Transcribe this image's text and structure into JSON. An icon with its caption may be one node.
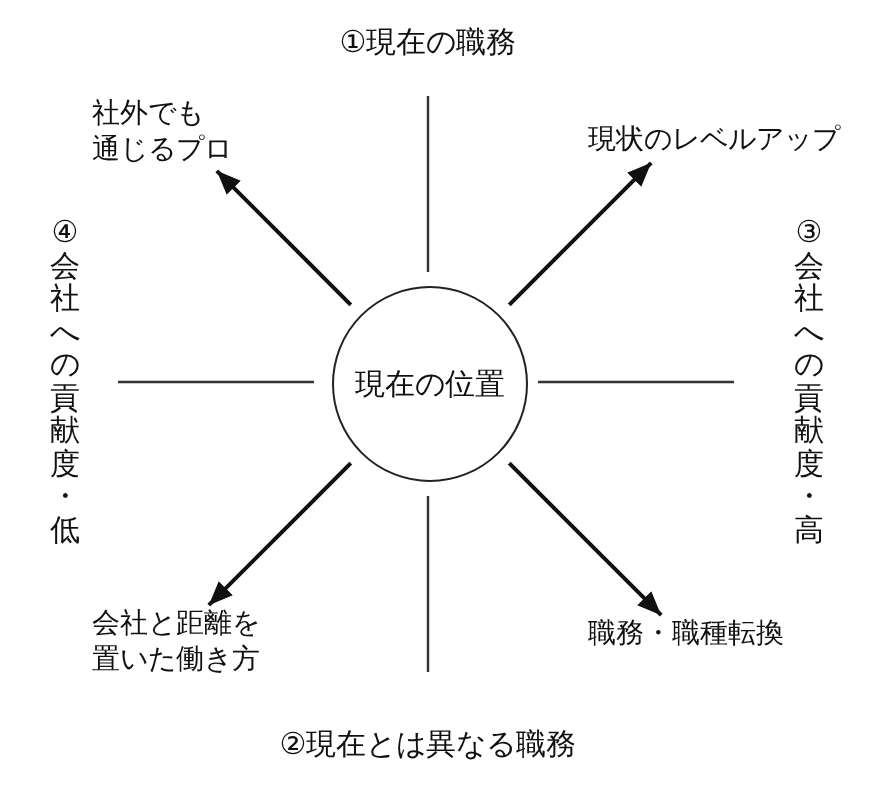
{
  "diagram": {
    "nodes": [
      {
        "text": [
          "現在の位置"
        ]
      },
      {
        "text": [
          "社外でも通じるプロ"
        ]
      },
      {
        "text": [
          "現状のレベルアップ"
        ]
      },
      {
        "text": [
          "会社と距離を置いた働き方"
        ]
      },
      {
        "text": [
          "職務・職種転換"
        ]
      }
    ],
    "edges": [
      {
        "from": 0,
        "to": 1,
        "arrow": "to"
      },
      {
        "from": 0,
        "to": 2,
        "arrow": "to"
      },
      {
        "from": 0,
        "to": 3,
        "arrow": "to"
      },
      {
        "from": 0,
        "to": 4,
        "arrow": "to"
      }
    ],
    "labels": [
      "①現在の職務",
      "④会社への貢献度・低",
      "③会社への貢献度・高",
      "②現在とは異なる職務"
    ]
  }
}
